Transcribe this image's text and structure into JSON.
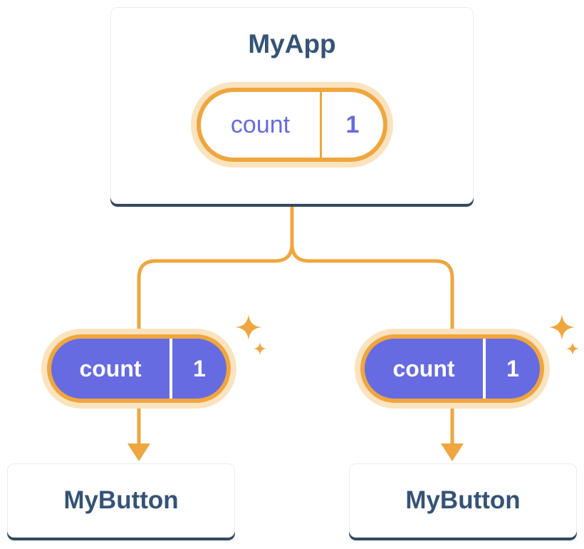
{
  "colors": {
    "orange": "#EFA63F",
    "orange_glow": "#FAE3BE",
    "purple": "#666BE2",
    "navy_text": "#345377",
    "card_edge": "#33495F",
    "card_bg": "#FFFFFF"
  },
  "root_card": {
    "title": "MyApp",
    "state_pill": {
      "name": "count",
      "value": "1"
    }
  },
  "branches": [
    {
      "pill": {
        "name": "count",
        "value": "1"
      },
      "card_title": "MyButton"
    },
    {
      "pill": {
        "name": "count",
        "value": "1"
      },
      "card_title": "MyButton"
    }
  ],
  "icons": {
    "sparkle": "sparkle-icon (four-point twinkle star, orange)",
    "arrow": "arrow-down-icon (orange)",
    "connector": "fork-connector (orange rounded Y line)"
  }
}
